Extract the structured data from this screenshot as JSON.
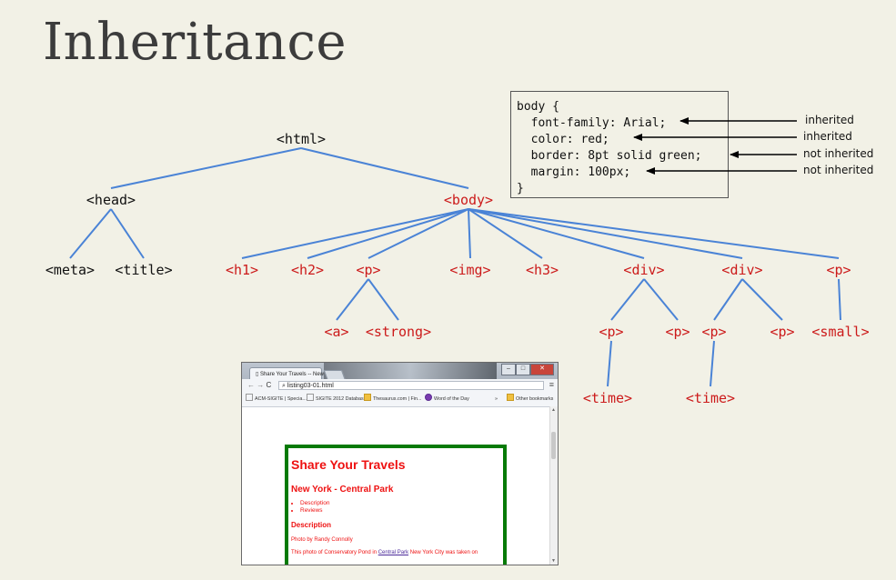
{
  "title": "Inheritance",
  "colors": {
    "black_node": "#111111",
    "red_node": "#cc1a1a",
    "line": "#4a83d6",
    "arrow": "#000000"
  },
  "tree": {
    "nodes": [
      {
        "id": "html",
        "label": "<html>",
        "color": "black"
      },
      {
        "id": "head",
        "label": "<head>",
        "color": "black"
      },
      {
        "id": "body",
        "label": "<body>",
        "color": "red"
      },
      {
        "id": "meta",
        "label": "<meta>",
        "color": "black"
      },
      {
        "id": "title",
        "label": "<title>",
        "color": "black"
      },
      {
        "id": "h1",
        "label": "<h1>",
        "color": "red"
      },
      {
        "id": "h2",
        "label": "<h2>",
        "color": "red"
      },
      {
        "id": "p1",
        "label": "<p>",
        "color": "red"
      },
      {
        "id": "img",
        "label": "<img>",
        "color": "red"
      },
      {
        "id": "h3",
        "label": "<h3>",
        "color": "red"
      },
      {
        "id": "div1",
        "label": "<div>",
        "color": "red"
      },
      {
        "id": "div2",
        "label": "<div>",
        "color": "red"
      },
      {
        "id": "p2",
        "label": "<p>",
        "color": "red"
      },
      {
        "id": "a",
        "label": "<a>",
        "color": "red"
      },
      {
        "id": "strong",
        "label": "<strong>",
        "color": "red"
      },
      {
        "id": "d1p1",
        "label": "<p>",
        "color": "red"
      },
      {
        "id": "d1p2",
        "label": "<p>",
        "color": "red"
      },
      {
        "id": "d2p1",
        "label": "<p>",
        "color": "red"
      },
      {
        "id": "d2p2",
        "label": "<p>",
        "color": "red"
      },
      {
        "id": "small",
        "label": "<small>",
        "color": "red"
      },
      {
        "id": "time1",
        "label": "<time>",
        "color": "red"
      },
      {
        "id": "time2",
        "label": "<time>",
        "color": "red"
      }
    ],
    "edges": [
      [
        "html",
        "head"
      ],
      [
        "html",
        "body"
      ],
      [
        "head",
        "meta"
      ],
      [
        "head",
        "title"
      ],
      [
        "body",
        "h1"
      ],
      [
        "body",
        "h2"
      ],
      [
        "body",
        "p1"
      ],
      [
        "body",
        "img"
      ],
      [
        "body",
        "h3"
      ],
      [
        "body",
        "div1"
      ],
      [
        "body",
        "div2"
      ],
      [
        "body",
        "p2"
      ],
      [
        "p1",
        "a"
      ],
      [
        "p1",
        "strong"
      ],
      [
        "div1",
        "d1p1"
      ],
      [
        "div1",
        "d1p2"
      ],
      [
        "div2",
        "d2p1"
      ],
      [
        "div2",
        "d2p2"
      ],
      [
        "p2",
        "small"
      ],
      [
        "d1p1",
        "time1"
      ],
      [
        "d2p1",
        "time2"
      ]
    ]
  },
  "css_code": {
    "lines": [
      "body {",
      "  font-family: Arial;",
      "  color: red;",
      "  border: 8pt solid green;",
      "  margin: 100px;",
      "}"
    ],
    "annotations": [
      "inherited",
      "inherited",
      "not inherited",
      "not inherited"
    ]
  },
  "browser": {
    "tab_title": "Share Your Travels -- New",
    "url": "listing03-01.html",
    "bookmarks": [
      "ACM-SIGITE | Specia...",
      "SIGITE 2012 Databas...",
      "Thesaurus.com | Fin...",
      "Word of the Day"
    ],
    "other_bookmarks": "Other bookmarks",
    "page": {
      "heading": "Share Your Travels",
      "subheading": "New York - Central Park",
      "list_items": [
        "Description",
        "Reviews"
      ],
      "section": "Description",
      "photo_by": "Photo by Randy Connolly",
      "text_before": "This photo of Conservatory Pond in ",
      "link": "Central Park",
      "text_after": " New York City was taken on"
    }
  }
}
